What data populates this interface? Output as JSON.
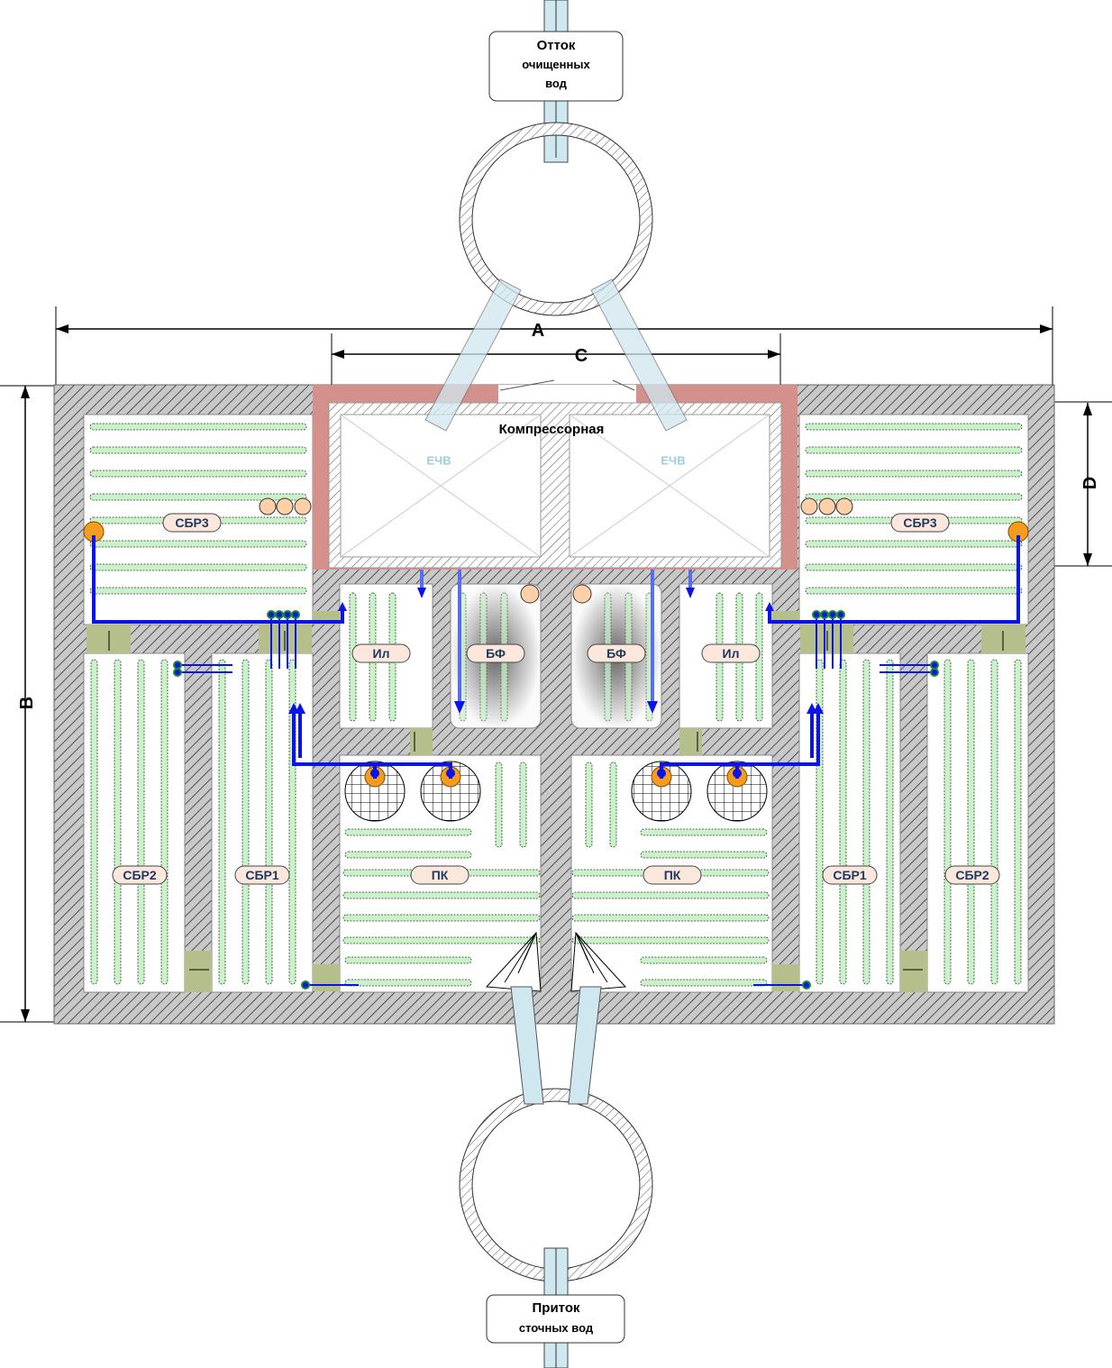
{
  "outflow_box": {
    "title": "Отток",
    "line1": "очищенных",
    "line2": "вод"
  },
  "inflow_box": {
    "title": "Приток",
    "line1": "сточных вод"
  },
  "dimensions": {
    "a": "A",
    "b": "B",
    "c": "C",
    "d": "D"
  },
  "compressor_room": "Компрессорная",
  "labels": {
    "echv_left": "ЕЧВ",
    "echv_right": "ЕЧВ",
    "sbr3_left": "СБР3",
    "sbr3_right": "СБР3",
    "sbr2_left": "СБР2",
    "sbr2_right": "СБР2",
    "sbr1_left": "СБР1",
    "sbr1_right": "СБР1",
    "il_left": "Ил",
    "il_right": "Ил",
    "bf_left": "БФ",
    "bf_right": "БФ",
    "pk_left": "ПК",
    "pk_right": "ПК"
  },
  "colors": {
    "wall": "#c0c0c0",
    "compressor_wall": "#d4908a",
    "flow": "#0a14e8",
    "aerator": "#c9f2c9",
    "pipe": "#cfe8f0",
    "pump": "#f39c1e"
  }
}
